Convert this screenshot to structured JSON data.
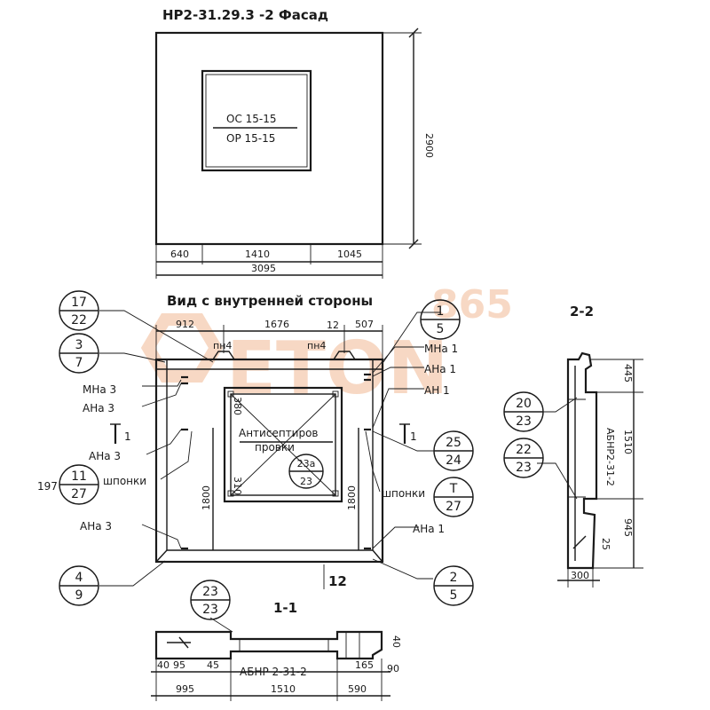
{
  "watermark": {
    "top": "865",
    "main": "ETON",
    "color": "#f0b38a"
  },
  "facade": {
    "title": "НР2-31.29.3  -2 Фасад",
    "window_top": "ОС 15-15",
    "window_bottom": "ОР 15-15",
    "dim_height": "2900",
    "dim_left": "640",
    "dim_mid": "1410",
    "dim_right": "1045",
    "dim_total": "3095"
  },
  "inner": {
    "title": "Вид с внутренней стороны",
    "dim_top_left": "912",
    "dim_top_mid": "1676",
    "dim_top_right": "507",
    "pn_left": "пн4",
    "pn_right": "пн4",
    "dim_top_12": "12",
    "dim_bottom_12": "12",
    "dim_left_1800": "1800",
    "dim_right_1800": "1800",
    "dim_380": "380",
    "dim_310": "310",
    "note": "Антисептиров",
    "note2": "провки",
    "label_mna3": "МНа 3",
    "label_ana3_a": "АНа 3",
    "label_ana3_b": "АНа 3",
    "label_ana3_c": "АНа 3",
    "label_mna1": "МНа 1",
    "label_ana1_a": "АНа 1",
    "label_ah1": "АН 1",
    "label_ana1_b": "АНа 1",
    "shponki_left": "шпонки",
    "shponki_right": "шпонки",
    "section_left": "1",
    "section_right": "1",
    "side_number": "197"
  },
  "callouts": [
    {
      "top": "17",
      "bottom": "22"
    },
    {
      "top": "3",
      "bottom": "7"
    },
    {
      "top": "11",
      "bottom": "27"
    },
    {
      "top": "4",
      "bottom": "9"
    },
    {
      "top": "1",
      "bottom": "5"
    },
    {
      "top": "25",
      "bottom": "24"
    },
    {
      "top": "Т",
      "bottom": "27"
    },
    {
      "top": "2",
      "bottom": "5"
    },
    {
      "top": "23а",
      "bottom": "23"
    },
    {
      "top": "20",
      "bottom": "23"
    },
    {
      "top": "22",
      "bottom": "23"
    },
    {
      "top": "23",
      "bottom": "23"
    }
  ],
  "section22": {
    "title": "2-2",
    "dim_445": "445",
    "dim_1510": "1510",
    "dim_945": "945",
    "dim_300": "300",
    "dim_25": "25",
    "label": "АБНР2-31-2"
  },
  "section11": {
    "title": "1-1",
    "dim_40": "40",
    "dim_95": "95",
    "dim_45": "45",
    "dim_165": "165",
    "dim_90": "90",
    "dim_995": "995",
    "dim_1510": "1510",
    "dim_590": "590",
    "dim_40v": "40",
    "label": "АБНР 2-31-2"
  }
}
